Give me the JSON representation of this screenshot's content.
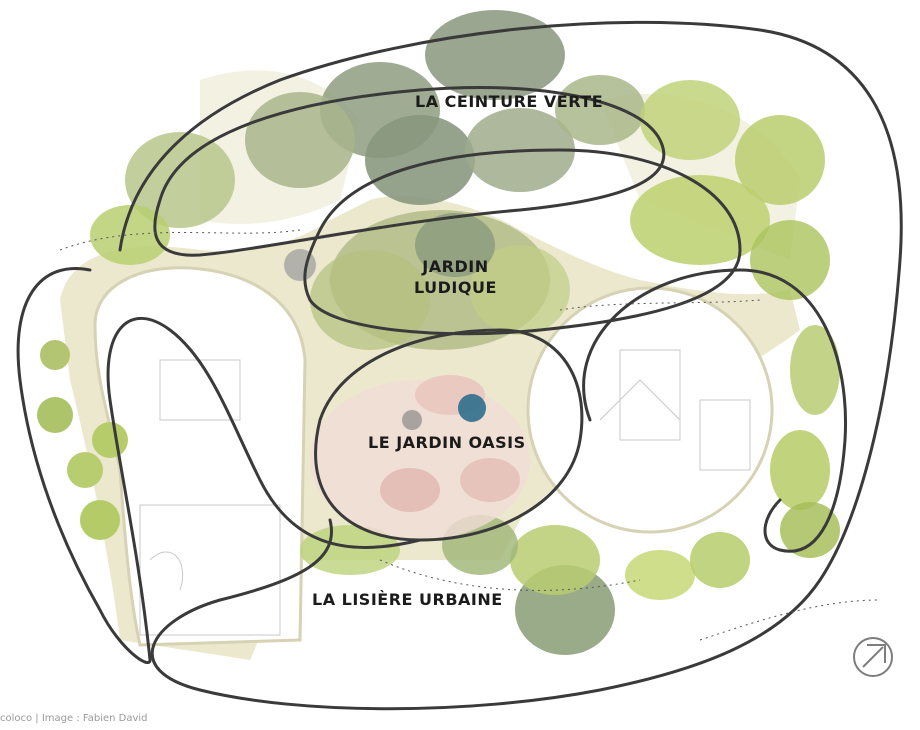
{
  "zones": {
    "ceinture_verte": "LA CEINTURE VERTE",
    "jardin_ludique_line1": "JARDIN",
    "jardin_ludique_line2": "LUDIQUE",
    "jardin_oasis": "LE JARDIN OASIS",
    "lisiere_urbaine": "LA LISIÈRE URBAINE"
  },
  "credit": "coloco | Image : Fabien David",
  "compass": "north-arrow-icon",
  "colors": {
    "tree_dark": "#8c9a80",
    "tree_green": "#a9c46a",
    "tree_light": "#cfe08a",
    "path": "#e6e2c4",
    "oasis_pink": "#e8c9c4",
    "water": "#2a6b8a",
    "loop_stroke": "#3a3a3a"
  }
}
